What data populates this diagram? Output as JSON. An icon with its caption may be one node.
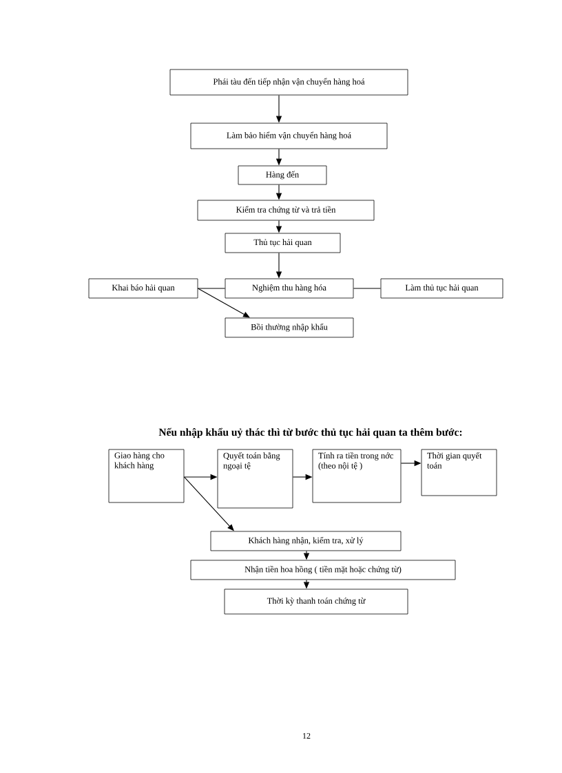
{
  "diagram": {
    "nodes": [
      {
        "text": [
          "Phái tàu đến tiếp nhận vận chuyển hàng hoá"
        ]
      },
      {
        "text": [
          "Làm bảo hiểm vận chuyển hàng hoá"
        ]
      },
      {
        "text": [
          "Hàng đến"
        ]
      },
      {
        "text": [
          "Kiểm tra chứng từ và trả tiền"
        ]
      },
      {
        "text": [
          "Thủ tục hải quan"
        ]
      },
      {
        "text": [
          "Khai báo hải quan"
        ]
      },
      {
        "text": [
          "Nghiệm thu hàng hóa"
        ]
      },
      {
        "text": [
          "Làm thủ tục hải quan"
        ]
      },
      {
        "text": [
          "Bồi thường nhập khẩu"
        ]
      },
      {
        "text": [
          "Giao hàng cho khách hàng"
        ]
      },
      {
        "text": [
          "Quyết toán bằng ngoại tệ"
        ]
      },
      {
        "text": [
          "Tính ra tiền trong nớc (theo nội tệ )"
        ]
      },
      {
        "text": [
          "Thời gian quyết toán"
        ]
      },
      {
        "text": [
          "Khách hàng nhận, kiểm tra, xử lý"
        ]
      },
      {
        "text": [
          "Nhận tiền hoa hồng ( tiền mặt hoặc chứng từ)"
        ]
      },
      {
        "text": [
          "Thời kỳ thanh toán chứng từ"
        ]
      }
    ],
    "edges": [
      {
        "from": 0,
        "to": 1,
        "arrow": "to"
      },
      {
        "from": 1,
        "to": 2,
        "arrow": "to"
      },
      {
        "from": 2,
        "to": 3,
        "arrow": "to"
      },
      {
        "from": 3,
        "to": 4,
        "arrow": "to"
      },
      {
        "from": 4,
        "to": 6,
        "arrow": "to"
      },
      {
        "from": 5,
        "to": 6,
        "arrow": "none"
      },
      {
        "from": 6,
        "to": 7,
        "arrow": "none"
      },
      {
        "from": 5,
        "to": 8,
        "arrow": "to"
      },
      {
        "from": 9,
        "to": 10,
        "arrow": "to"
      },
      {
        "from": 10,
        "to": 11,
        "arrow": "to"
      },
      {
        "from": 11,
        "to": 12,
        "arrow": "to"
      },
      {
        "from": 9,
        "to": 13,
        "arrow": "to"
      },
      {
        "from": 13,
        "to": 14,
        "arrow": "to"
      },
      {
        "from": 14,
        "to": 15,
        "arrow": "to"
      }
    ],
    "labels": [
      "Nếu nhập khẩu uỷ thác thì từ bước thủ tục hải quan ta thêm bước:",
      "12"
    ]
  }
}
